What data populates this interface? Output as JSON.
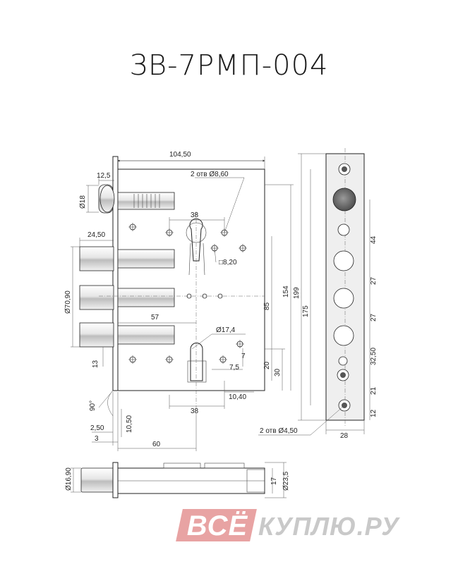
{
  "title": "ЗВ-7РМП-004",
  "labels": {
    "w104": "104,50",
    "w12": "12,5",
    "d18": "Ø18",
    "holes2top": "2 отв Ø8,60",
    "w38top": "38",
    "sq820": "□8,20",
    "w2450": "24,50",
    "d7090": "Ø70,90",
    "w57": "57",
    "d174": "Ø17,4",
    "v85": "85",
    "v154": "154",
    "v175": "175",
    "v199": "199",
    "v20": "20",
    "v30": "30",
    "v7": "7",
    "w75": "7,5",
    "w1040": "10,40",
    "w38bot": "38",
    "v13": "13",
    "ang90": "90°",
    "w250": "2,50",
    "w3": "3",
    "v1050": "10,50",
    "w60": "60",
    "d1690": "Ø16,90",
    "v17": "17",
    "d235": "Ø23,5",
    "v44": "44",
    "v27a": "27",
    "v27b": "27",
    "v3250": "32,50",
    "v21": "21",
    "v12": "12",
    "holes2bot": "2 отв Ø4,50",
    "w28": "28"
  },
  "watermark": {
    "boxed": "ВСЁ",
    "rest": "КУПЛЮ.РУ"
  }
}
